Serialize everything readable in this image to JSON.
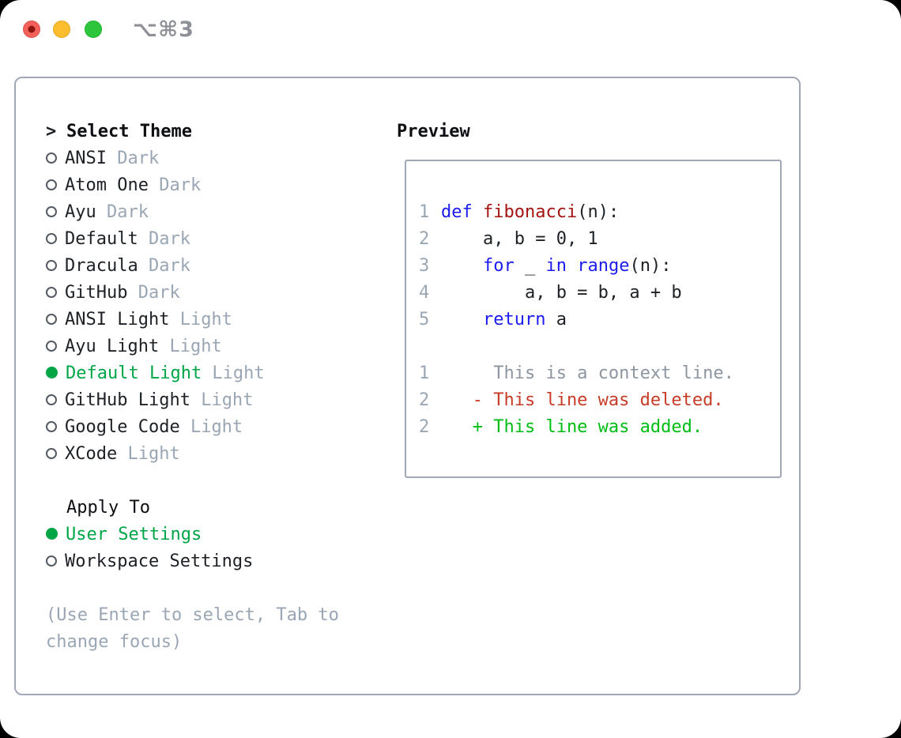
{
  "window": {
    "titlebar_title": "⌥⌘3",
    "traffic_lights": [
      "close",
      "minimize",
      "maximize"
    ]
  },
  "colors": {
    "selection_green": "#00a546",
    "diff_added_green": "#00bd16",
    "diff_deleted_red": "#c63c27",
    "keyword_blue": "#1b1bee",
    "function_red": "#a51212",
    "muted_gray": "#9aa6b4",
    "border_gray": "#9fa8b4"
  },
  "theme_panel": {
    "header_marker": ">",
    "header_label": "Select Theme",
    "items": [
      {
        "name": "ANSI",
        "variant": "Dark",
        "selected": false
      },
      {
        "name": "Atom One",
        "variant": "Dark",
        "selected": false
      },
      {
        "name": "Ayu",
        "variant": "Dark",
        "selected": false
      },
      {
        "name": "Default",
        "variant": "Dark",
        "selected": false
      },
      {
        "name": "Dracula",
        "variant": "Dark",
        "selected": false
      },
      {
        "name": "GitHub",
        "variant": "Dark",
        "selected": false
      },
      {
        "name": "ANSI Light",
        "variant": "Light",
        "selected": false
      },
      {
        "name": "Ayu Light",
        "variant": "Light",
        "selected": false
      },
      {
        "name": "Default Light",
        "variant": "Light",
        "selected": true
      },
      {
        "name": "GitHub Light",
        "variant": "Light",
        "selected": false
      },
      {
        "name": "Google Code",
        "variant": "Light",
        "selected": false
      },
      {
        "name": "XCode",
        "variant": "Light",
        "selected": false
      }
    ]
  },
  "apply_panel": {
    "header": "Apply To",
    "options": [
      {
        "label": "User Settings",
        "selected": true
      },
      {
        "label": "Workspace Settings",
        "selected": false
      }
    ]
  },
  "footer_hint": "(Use Enter to select, Tab to change focus)",
  "preview_panel": {
    "title": "Preview",
    "code_lines": [
      {
        "num": "1",
        "tokens": [
          {
            "text": "def",
            "cls": "kw"
          },
          {
            "text": " "
          },
          {
            "text": "fibonacci",
            "cls": "fn"
          },
          {
            "text": "(n):"
          }
        ]
      },
      {
        "num": "2",
        "tokens": [
          {
            "text": "    a, b = 0, 1"
          }
        ]
      },
      {
        "num": "3",
        "tokens": [
          {
            "text": "    "
          },
          {
            "text": "for",
            "cls": "kw"
          },
          {
            "text": " _ "
          },
          {
            "text": "in",
            "cls": "kw"
          },
          {
            "text": " "
          },
          {
            "text": "range",
            "cls": "kw"
          },
          {
            "text": "(n):"
          }
        ]
      },
      {
        "num": "4",
        "tokens": [
          {
            "text": "        a, b = b, a + b"
          }
        ]
      },
      {
        "num": "5",
        "tokens": [
          {
            "text": "    "
          },
          {
            "text": "return",
            "cls": "kw"
          },
          {
            "text": " a"
          }
        ]
      }
    ],
    "diff_lines": [
      {
        "num": "1",
        "kind": "context",
        "text": "     This is a context line."
      },
      {
        "num": "2",
        "kind": "deleted",
        "text": "   - This line was deleted."
      },
      {
        "num": "2",
        "kind": "added",
        "text": "   + This line was added."
      }
    ]
  }
}
